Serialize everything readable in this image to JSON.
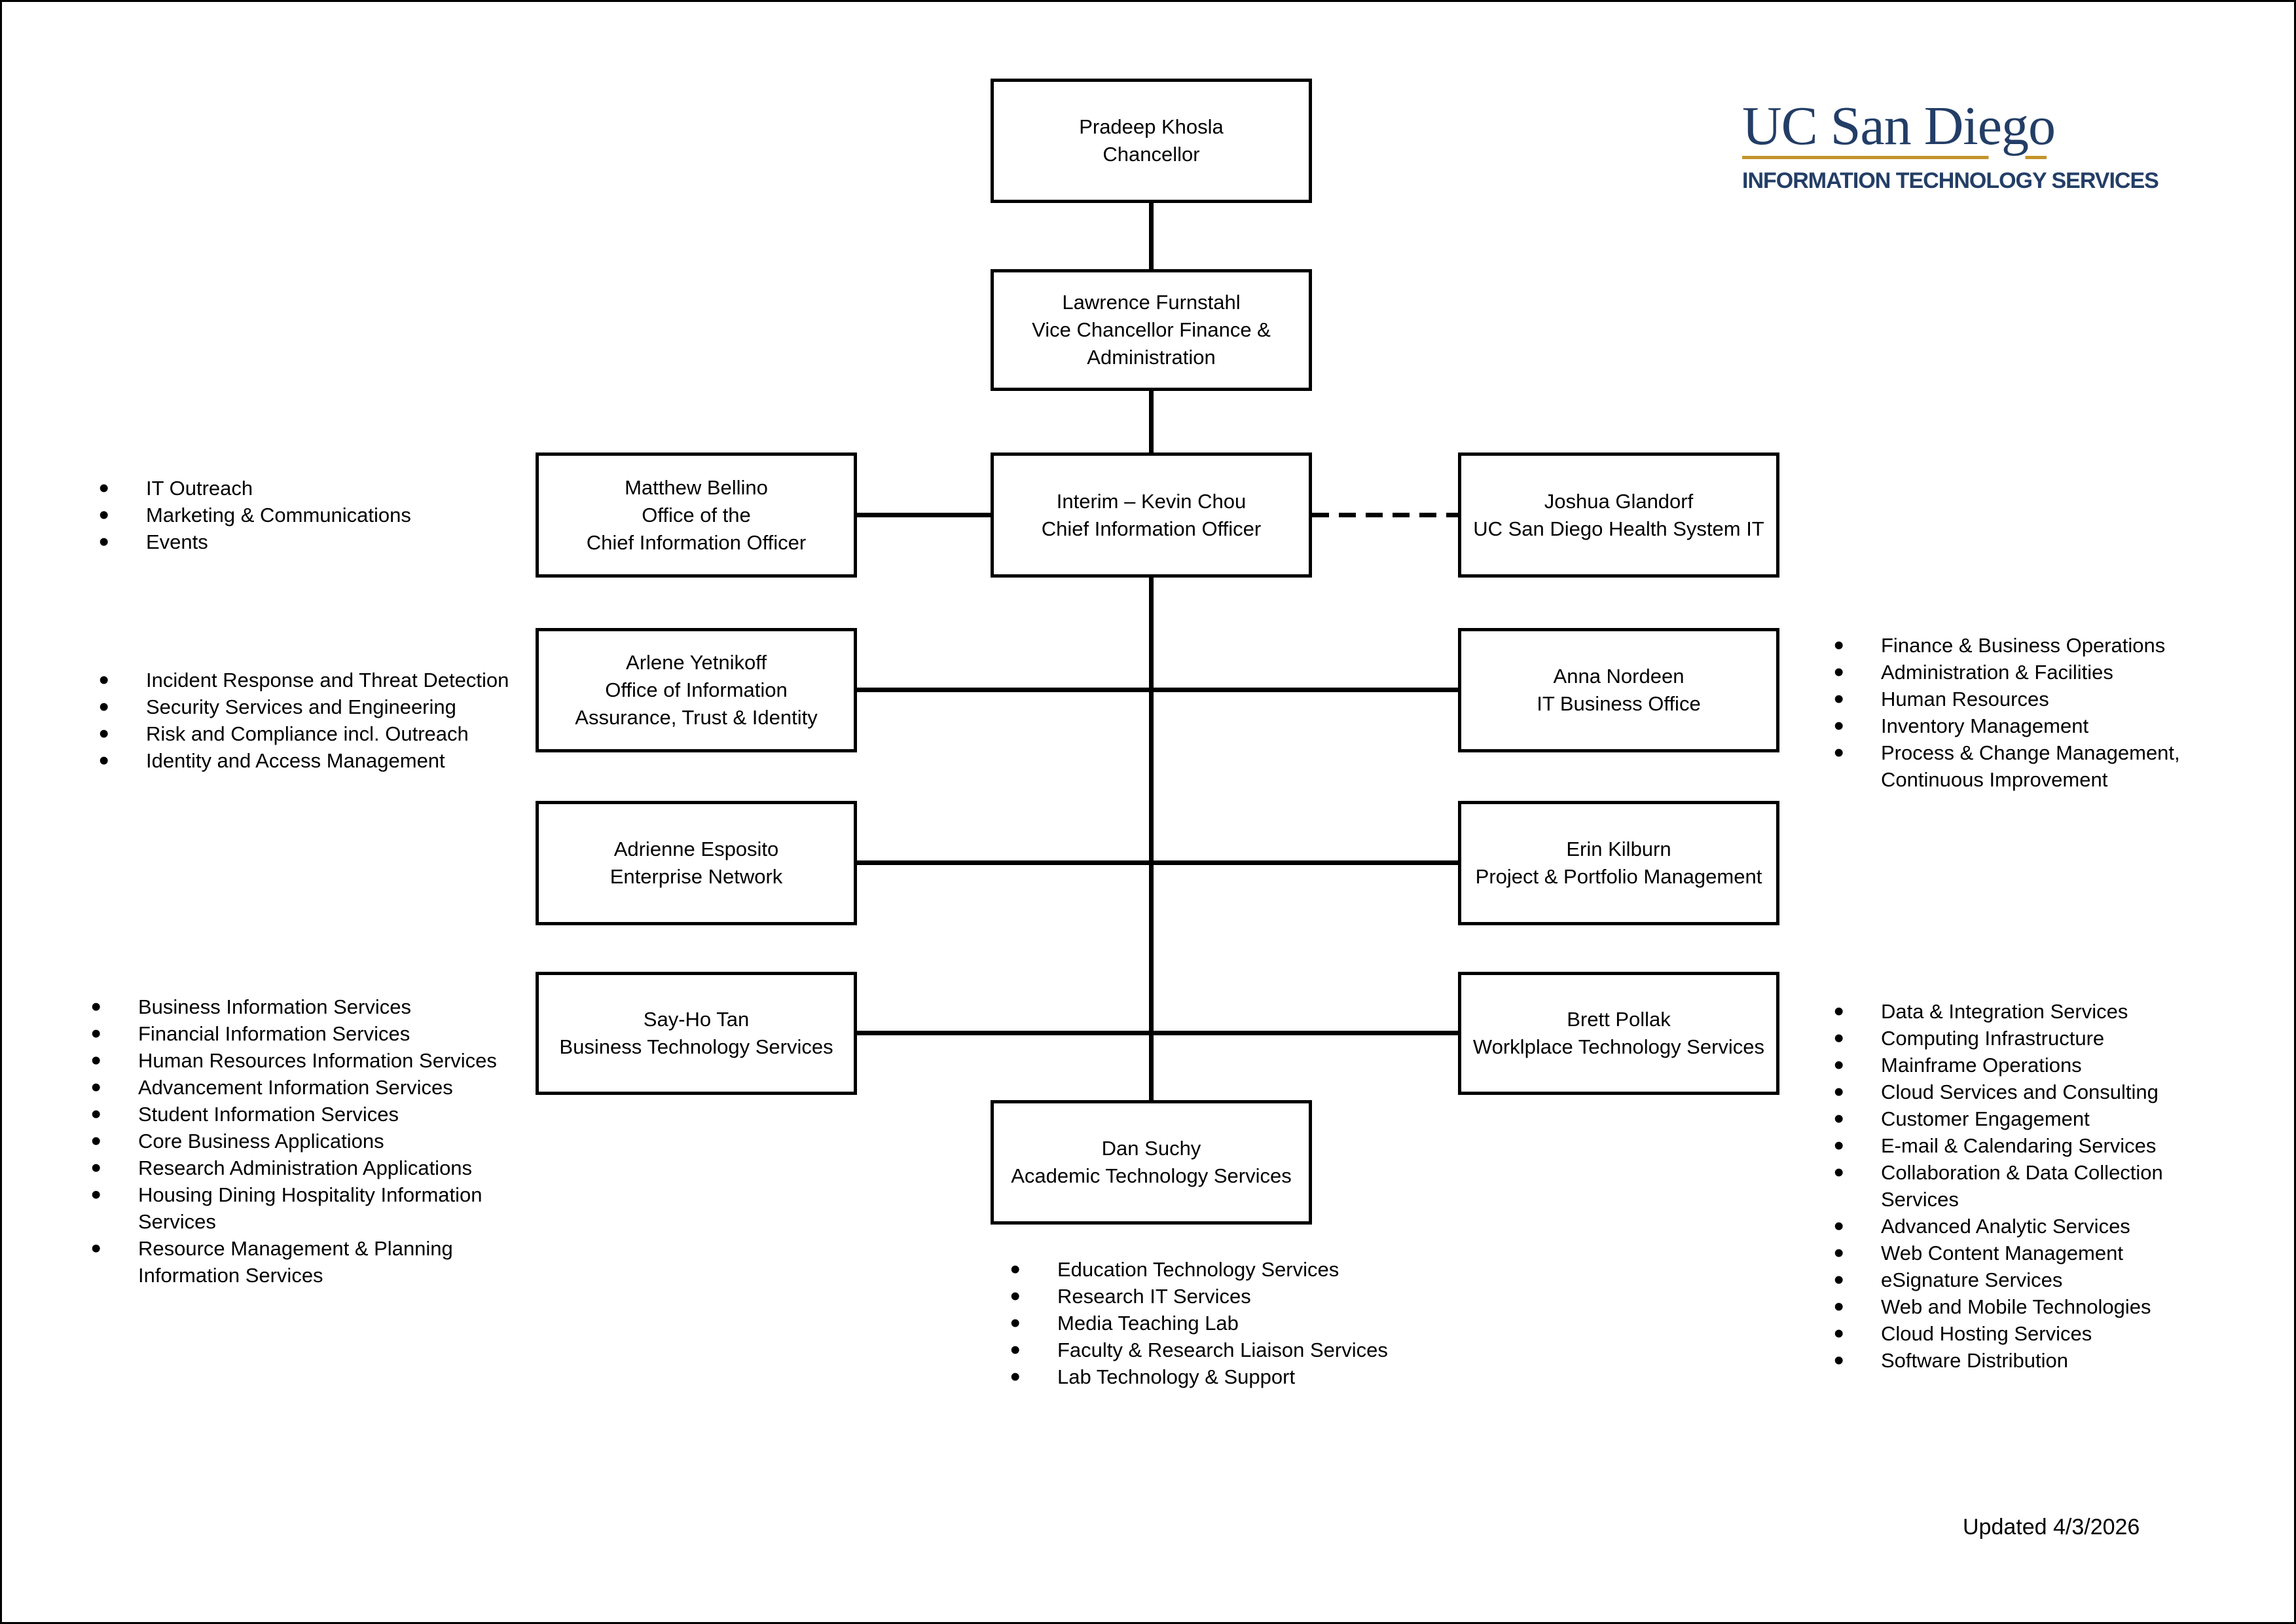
{
  "logo": {
    "wordmark": "UC San Diego",
    "division": "INFORMATION TECHNOLOGY SERVICES",
    "navy": "#233E66",
    "gold": "#C4952B"
  },
  "footer": {
    "updated": "Updated 4/3/2026"
  },
  "boxes": {
    "chancellor": {
      "name": "Pradeep Khosla",
      "title": "Chancellor"
    },
    "vice_chancellor": {
      "name": "Lawrence Furnstahl",
      "title": "Vice Chancellor Finance &\nAdministration"
    },
    "office_of_cio": {
      "name": "Matthew Bellino",
      "title": "Office of the\nChief Information Officer"
    },
    "cio": {
      "name": "Interim – Kevin Chou",
      "title": "Chief Information Officer"
    },
    "health_it": {
      "name": "Joshua Glandorf",
      "title": "UC San Diego Health System IT"
    },
    "info_assurance": {
      "name": "Arlene Yetnikoff",
      "title": "Office of Information\nAssurance, Trust & Identity"
    },
    "it_business_office": {
      "name": "Anna Nordeen",
      "title": "IT Business Office"
    },
    "enterprise_network": {
      "name": "Adrienne Esposito",
      "title": "Enterprise Network"
    },
    "project_portfolio": {
      "name": "Erin Kilburn",
      "title": "Project & Portfolio Management"
    },
    "business_tech": {
      "name": "Say-Ho Tan",
      "title": "Business Technology Services"
    },
    "workplace_tech": {
      "name": "Brett Pollak",
      "title": "Worklplace Technology Services"
    },
    "academic_tech": {
      "name": "Dan Suchy",
      "title": "Academic Technology Services"
    }
  },
  "lists": {
    "office_of_cio": [
      "IT Outreach",
      "Marketing & Communications",
      "Events"
    ],
    "info_assurance": [
      "Incident Response and Threat Detection",
      "Security Services and Engineering",
      "Risk and Compliance incl. Outreach",
      "Identity and Access Management"
    ],
    "it_business_office": [
      "Finance & Business Operations",
      "Administration & Facilities",
      "Human Resources",
      "Inventory Management",
      "Process & Change Management,\nContinuous Improvement"
    ],
    "business_tech": [
      "Business Information Services",
      "Financial Information Services",
      "Human Resources Information Services",
      "Advancement Information Services",
      "Student Information Services",
      "Core Business Applications",
      "Research Administration Applications",
      "Housing Dining Hospitality Information\nServices",
      "Resource Management & Planning\nInformation Services"
    ],
    "workplace_tech": [
      "Data & Integration Services",
      "Computing Infrastructure",
      "Mainframe Operations",
      "Cloud Services and Consulting",
      "Customer Engagement",
      "E-mail & Calendaring Services",
      "Collaboration & Data Collection\nServices",
      "Advanced Analytic Services",
      "Web Content Management",
      "eSignature Services",
      "Web and Mobile Technologies",
      "Cloud Hosting Services",
      "Software Distribution"
    ],
    "academic_tech": [
      "Education Technology Services",
      "Research IT Services",
      "Media Teaching Lab",
      "Faculty & Research Liaison Services",
      "Lab Technology & Support"
    ]
  }
}
